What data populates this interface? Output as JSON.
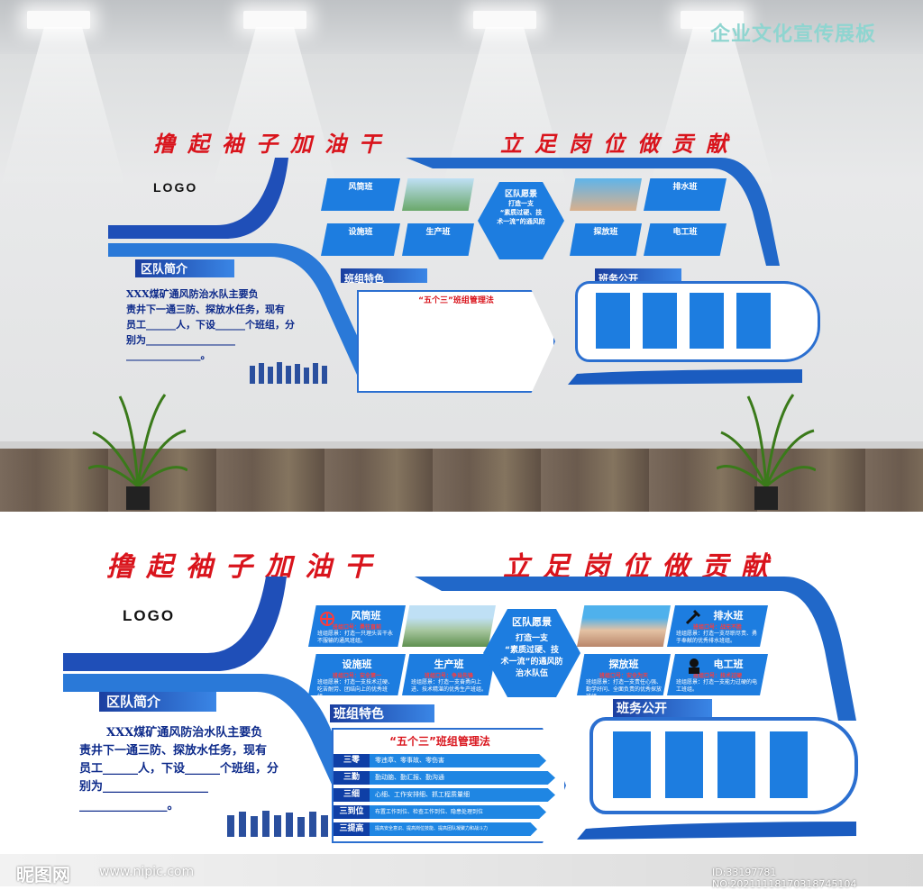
{
  "banner_title": "企业文化宣传展板",
  "slogan_left": "撸起袖子加油干",
  "slogan_right": "立足岗位做贡献",
  "logo": "LOGO",
  "intro": {
    "title": "区队简介",
    "line1": "XXX煤矿通风防治水队主要负",
    "line2": "责井下一通三防、探放水任务，现有",
    "line3": "员工______人，下设______个班组，分",
    "line4": "别为__________________",
    "line5": "_______________。"
  },
  "teams": {
    "feng": {
      "name": "风筒班",
      "tag": "班组口号：勇往直前",
      "text": "班组愿景：打造一只理头苦干永不服输的通风班组。"
    },
    "she": {
      "name": "设施班",
      "tag": "班组口号：安全第一",
      "text": "班组愿景：打造一支技术过硬、吃苦耐劳、团结向上的优秀班组。"
    },
    "sheng": {
      "name": "生产班",
      "tag": "班组口号：争当先锋",
      "text": "班组愿景：打造一支奋勇向上进、技术精湛的优秀生产班组。"
    },
    "pai": {
      "name": "排水班",
      "tag": "班组口号：战无不胜",
      "text": "班组愿景：打造一支尽职尽责、勇于奉献的优秀排水班组。"
    },
    "tan": {
      "name": "探放班",
      "tag": "班组口号：安全为天",
      "text": "班组愿景：打造一支责任心强、勤学好问、全面负责的优秀探放班组。"
    },
    "dian": {
      "name": "电工班",
      "tag": "班组口号：技术过硬",
      "text": "班组愿景：打造一支能力过硬的电工班组。"
    }
  },
  "vision": {
    "title": "区队愿景",
    "l1": "打造一支",
    "l2": "“素质过硬、技",
    "l3": "术一流”的通风防",
    "l4": "治水队伍"
  },
  "features": {
    "title": "班组特色",
    "mgmt_title": "“五个三”班组管理法",
    "rows": [
      {
        "k": "三零",
        "v": "零违章、零事故、零伤害"
      },
      {
        "k": "三勤",
        "v": "勤动脑、勤汇报、勤沟通"
      },
      {
        "k": "三细",
        "v": "心细、工作安排细、抓工程质量细"
      },
      {
        "k": "三到位",
        "v": "布置工作到位、检查工作到位、隐患处理到位"
      },
      {
        "k": "三提高",
        "v": "提高安全意识、提高岗位技能、提高团队凝聚力和战斗力"
      }
    ]
  },
  "notice": {
    "title": "班务公开"
  },
  "watermark": {
    "logo": "昵图网",
    "site": "www.nipic.com",
    "id": "ID:33197781 NO:20211118170318745104"
  }
}
